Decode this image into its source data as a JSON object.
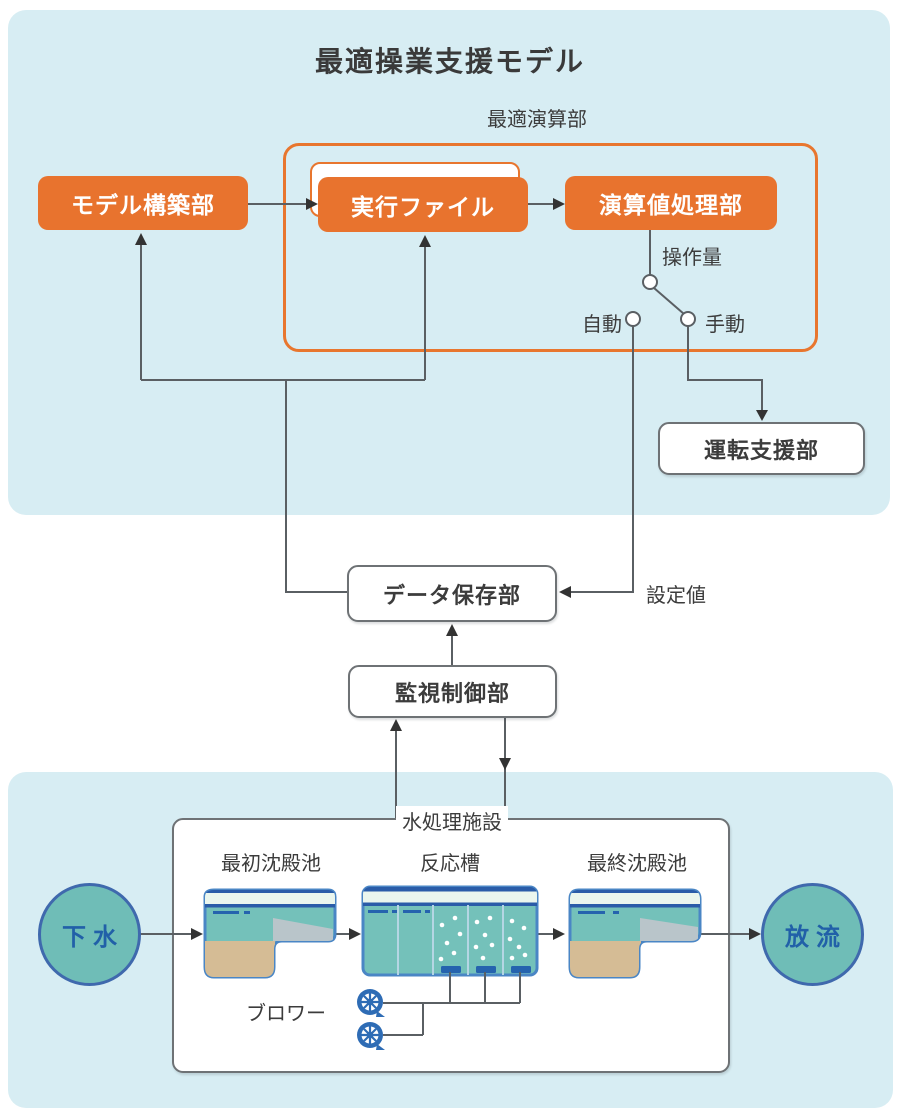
{
  "colors": {
    "panel_blue": "#d7edf3",
    "orange": "#e8732e",
    "line_gray": "#5a5f63",
    "box_border_gray": "#6e7275",
    "tank_border_blue": "#4a86c5",
    "water_teal": "#74c1ba",
    "navy_line": "#2a5ca8",
    "pale_band": "#eaf6ee",
    "sludge_tan": "#d5bc95",
    "scraper_gray": "#b9c5ca",
    "circle_teal": "#6fbdb7",
    "circle_border_blue": "#3f69ad",
    "circle_text_blue": "#2160a8",
    "blower_blue": "#2e6cb5"
  },
  "model_section": {
    "title": "最適操業支援モデル",
    "optimal_calc_label": "最適演算部",
    "model_building_box": "モデル構築部",
    "exec_file_box": "実行ファイル",
    "calc_value_box": "演算値処理部",
    "operation_support_box": "運転支援部",
    "manipulated_var_label": "操作量",
    "auto_label": "自動",
    "manual_label": "手動"
  },
  "control_section": {
    "data_storage_box": "データ保存部",
    "set_value_label": "設定値",
    "monitoring_box": "監視制御部"
  },
  "facility_section": {
    "facility_label": "水処理施設",
    "influent_label": "下水",
    "primary_tank_label": "最初沈殿池",
    "reaction_tank_label": "反応槽",
    "final_tank_label": "最終沈殿池",
    "effluent_label": "放流",
    "blower_label": "ブロワー"
  }
}
